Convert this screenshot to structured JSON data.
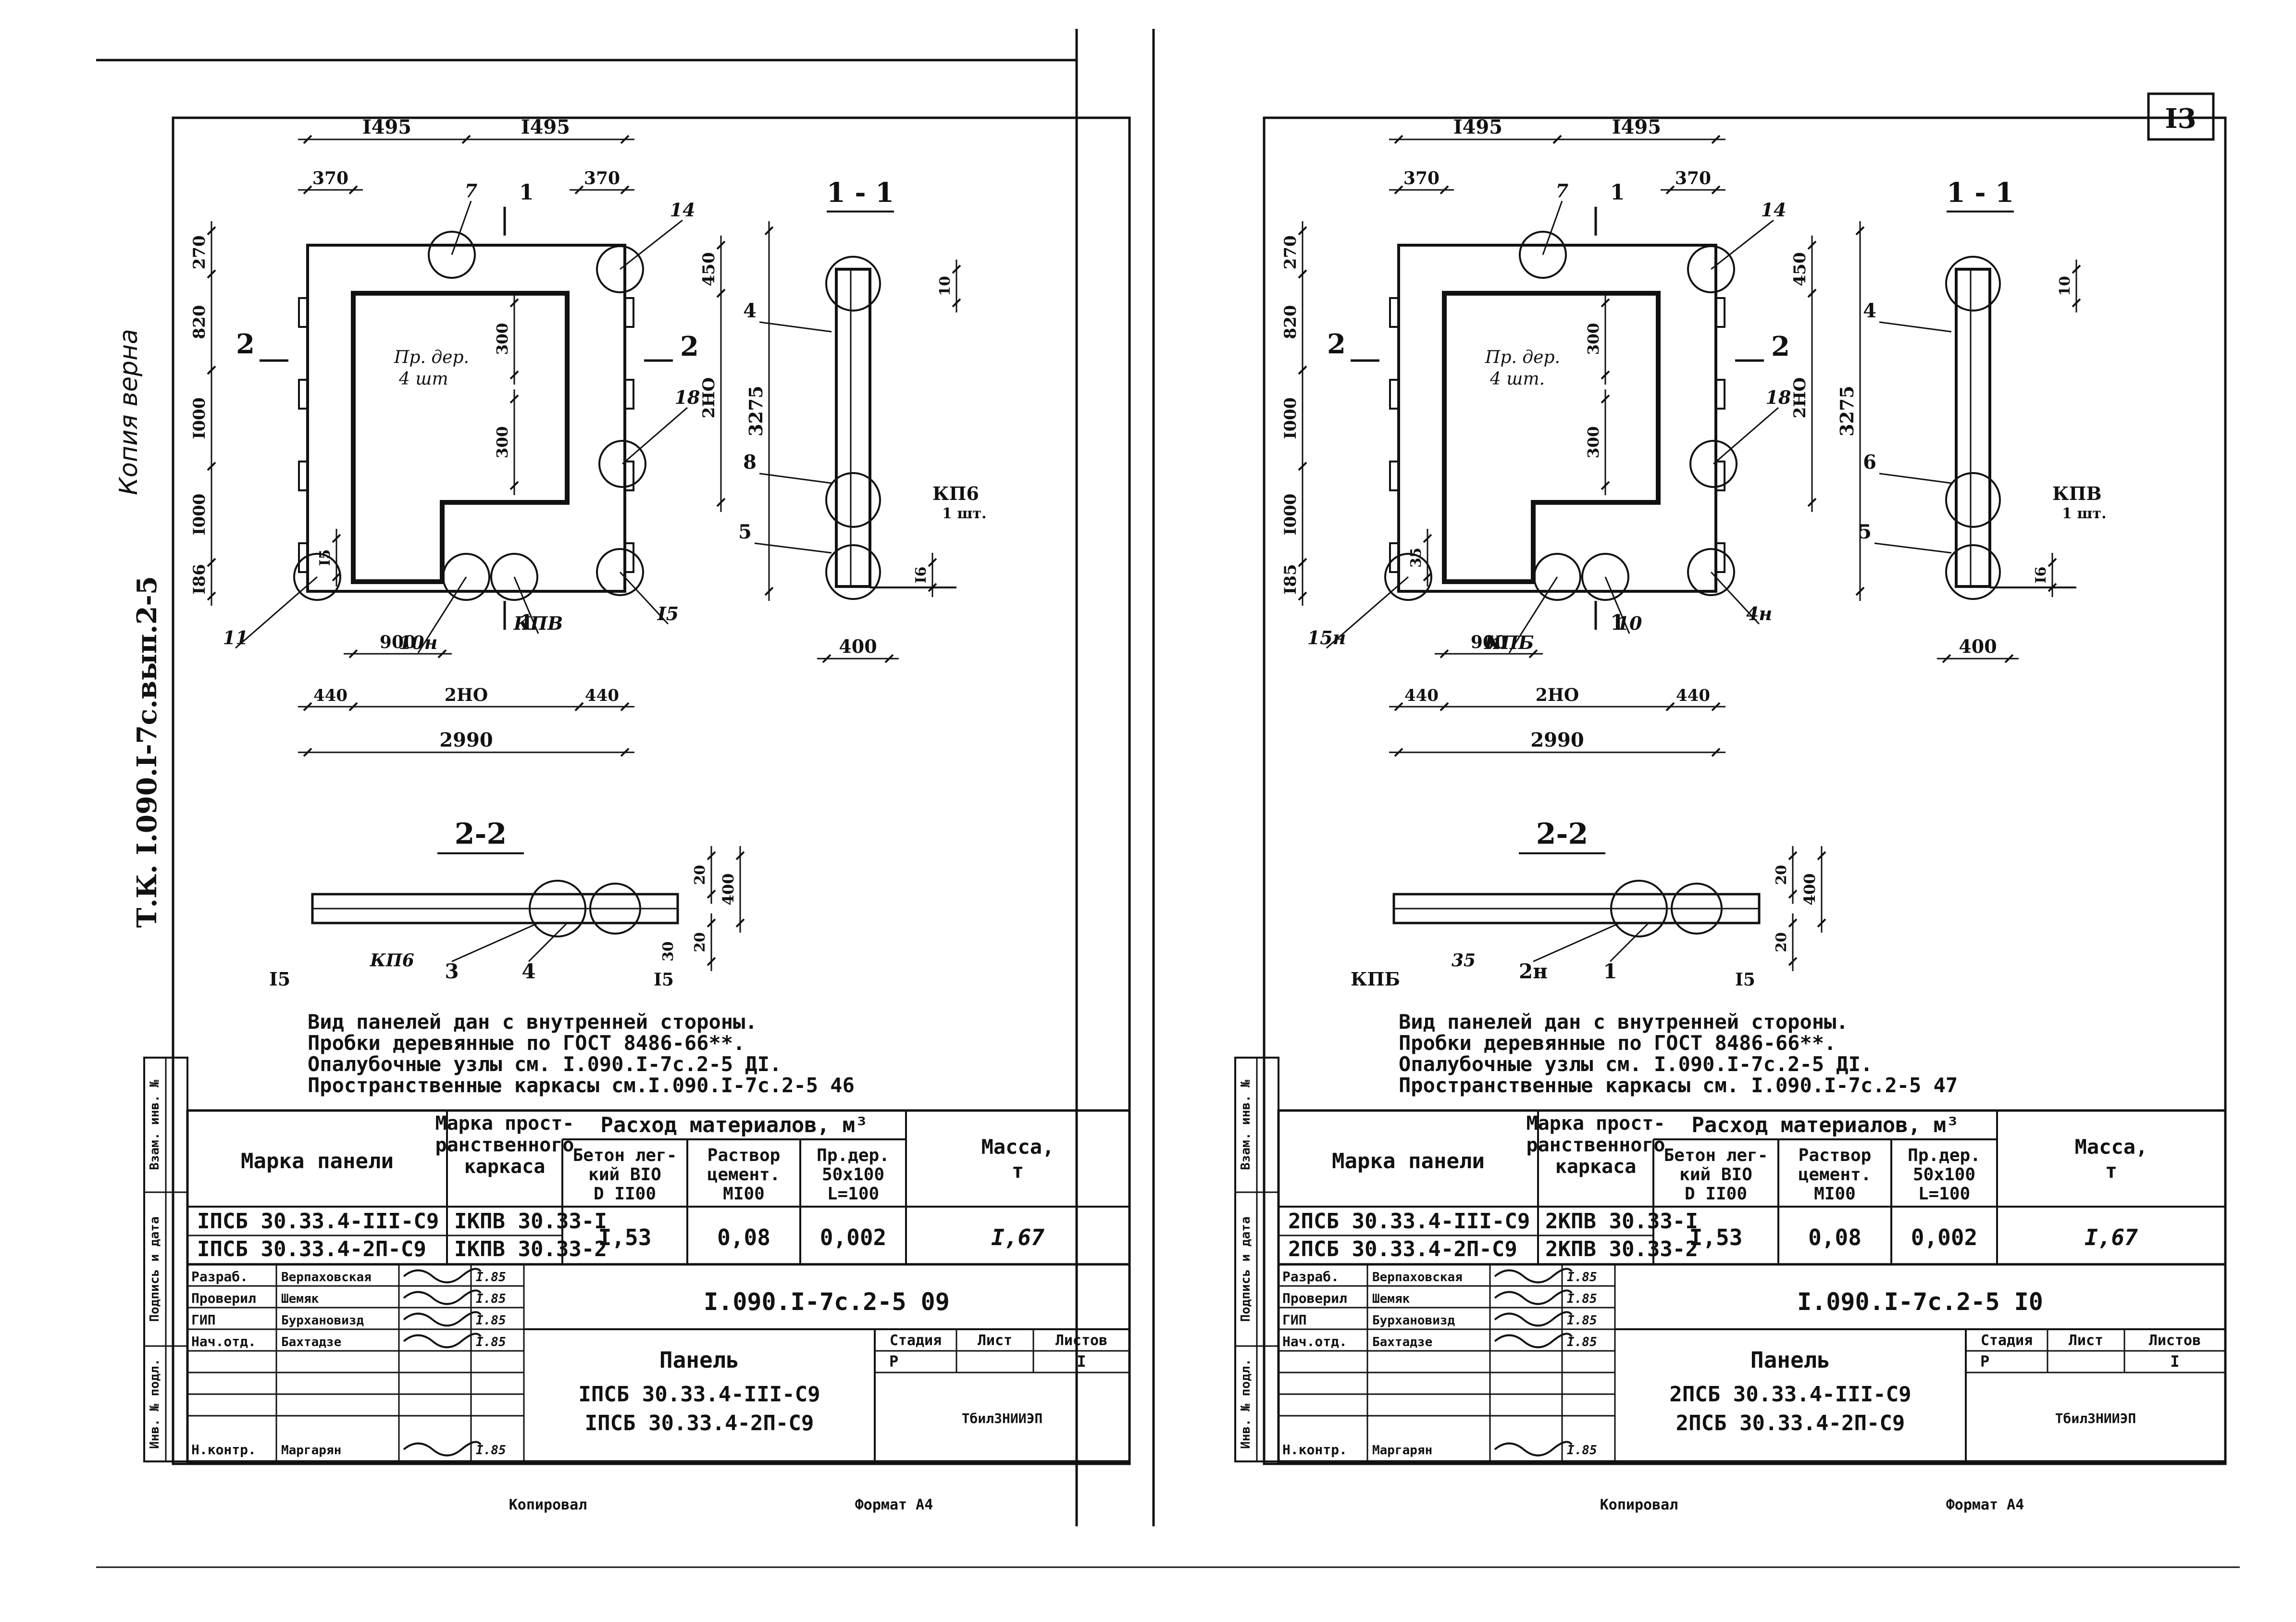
{
  "header": {
    "left_margin_note": "Копия верна",
    "left_doc_code": "Т.К. I.090.I-7с.вып.2-5",
    "right_page_number": "I3"
  },
  "sheets": [
    {
      "id": "left",
      "plan": {
        "dims_top": [
          "I495",
          "I495"
        ],
        "dims_top_small": [
          "370",
          "370"
        ],
        "dims_bottom": [
          "440",
          "2HO",
          "440"
        ],
        "dim_bottom_total": "2990",
        "dim_900": "900",
        "dims_left": [
          "270",
          "820",
          "I000",
          "I000",
          "I86"
        ],
        "dim_right_total": "3275",
        "dims_right": [
          "450",
          "2HO"
        ],
        "dims_inner": [
          "300",
          "300",
          "I5"
        ],
        "opening_label_1": "Пр. дер.",
        "opening_label_2": "4 шт",
        "callouts": [
          "7",
          "14",
          "18",
          "11",
          "10н",
          "КПВ",
          "I5"
        ],
        "section_marks": [
          "1",
          "1",
          "2",
          "2"
        ]
      },
      "section_1_1": {
        "title": "1 - 1",
        "callouts": [
          "4",
          "8",
          "5"
        ],
        "labels": [
          "10",
          "КП6",
          "1 шт.",
          "I6"
        ],
        "width": "400"
      },
      "section_2_2": {
        "title": "2-2",
        "callouts": [
          "3",
          "4"
        ],
        "labels": [
          "I5",
          "КП6",
          "I5",
          "20",
          "400",
          "20",
          "30"
        ]
      },
      "notes": [
        "Вид панелей дан с внутренней стороны.",
        "Пробки деревянные по ГОСТ 8486-66**.",
        "Опалубочные узлы см. I.090.I-7с.2-5 ДI.",
        "Пространственные каркасы см.I.090.I-7с.2-5 46"
      ],
      "table": {
        "headers": {
          "mark": "Марка панели",
          "frame": "Марка прост-ранственного каркаса",
          "consumption": "Расход материалов, м³",
          "concrete": "Бетон лег-кий ВIO D II00",
          "mortar": "Раствор цемент. МI00",
          "timber": "Пр.дер. 50х100 L=100",
          "mass": "Масса, т"
        },
        "rows": [
          {
            "mark": "IПСБ 30.33.4-III-С9",
            "frame": "IКПВ 30.33-I"
          },
          {
            "mark": "IПСБ 30.33.4-2П-С9",
            "frame": "IКПВ 30.33-2"
          }
        ],
        "values": {
          "concrete": "I,53",
          "mortar": "0,08",
          "timber": "0,002",
          "mass": "I,67"
        }
      },
      "title_block": {
        "roles": [
          "Разраб.",
          "Проверил",
          "ГИП",
          "Нач.отд.",
          "",
          "",
          "Н.контр."
        ],
        "names": [
          "Верпаховская",
          "Шемяк",
          "Бурхановизд",
          "Бахтадзе",
          "",
          "",
          "Маргарян"
        ],
        "dates": [
          "I.85",
          "I.85",
          "I.85",
          "I.85",
          "",
          "",
          "I.85"
        ],
        "doc_code": "I.090.I-7с.2-5 09",
        "item_title": "Панель",
        "item_lines": [
          "IПСБ 30.33.4-III-С9",
          "IПСБ 30.33.4-2П-С9"
        ],
        "stage_header": "Стадия",
        "sheet_header": "Лист",
        "sheets_header": "Листов",
        "stage": "Р",
        "sheet": "",
        "sheets": "I",
        "org": "ТбилЗНИИЭП"
      },
      "footer": {
        "copied": "Копировал",
        "format": "Формат А4"
      },
      "side_stamp": [
        "Взам. инв. №",
        "Подпись и дата",
        "Инв. № подл."
      ]
    },
    {
      "id": "right",
      "plan": {
        "dims_top": [
          "I495",
          "I495"
        ],
        "dims_top_small": [
          "370",
          "370"
        ],
        "dims_bottom": [
          "440",
          "2HO",
          "440"
        ],
        "dim_bottom_total": "2990",
        "dim_900": "900",
        "dims_left": [
          "270",
          "820",
          "I000",
          "I000",
          "I85"
        ],
        "dim_right_total": "3275",
        "dims_right": [
          "450",
          "2HO"
        ],
        "dims_inner": [
          "300",
          "300",
          "35"
        ],
        "opening_label_1": "Пр. дер.",
        "opening_label_2": "4 шт.",
        "callouts": [
          "7",
          "14",
          "18",
          "15н",
          "КПБ",
          "10",
          "4н"
        ],
        "section_marks": [
          "1",
          "1",
          "2",
          "2"
        ]
      },
      "section_1_1": {
        "title": "1 - 1",
        "callouts": [
          "4",
          "6",
          "5"
        ],
        "labels": [
          "10",
          "КПВ",
          "1 шт.",
          "I6"
        ],
        "width": "400"
      },
      "section_2_2": {
        "title": "2-2",
        "callouts": [
          "2н",
          "1"
        ],
        "labels": [
          "КПБ",
          "35",
          "I5",
          "20",
          "400",
          "20"
        ]
      },
      "notes": [
        "Вид панелей дан с внутренней стороны.",
        "Пробки деревянные по ГОСТ 8486-66**.",
        "Опалубочные узлы см. I.090.I-7с.2-5 ДI.",
        "Пространственные каркасы см. I.090.I-7с.2-5 47"
      ],
      "table": {
        "headers": {
          "mark": "Марка панели",
          "frame": "Марка прост-ранственного каркаса",
          "consumption": "Расход материалов, м³",
          "concrete": "Бетон лег-кий ВIO D II00",
          "mortar": "Раствор цемент. МI00",
          "timber": "Пр.дер. 50х100 L=100",
          "mass": "Масса, т"
        },
        "rows": [
          {
            "mark": "2ПСБ 30.33.4-III-С9",
            "frame": "2КПВ 30.33-I"
          },
          {
            "mark": "2ПСБ 30.33.4-2П-С9",
            "frame": "2КПВ 30.33-2"
          }
        ],
        "values": {
          "concrete": "I,53",
          "mortar": "0,08",
          "timber": "0,002",
          "mass": "I,67"
        }
      },
      "title_block": {
        "roles": [
          "Разраб.",
          "Проверил",
          "ГИП",
          "Нач.отд.",
          "",
          "",
          "Н.контр."
        ],
        "names": [
          "Верпаховская",
          "Шемяк",
          "Бурхановизд",
          "Бахтадзе",
          "",
          "",
          "Маргарян"
        ],
        "dates": [
          "I.85",
          "I.85",
          "I.85",
          "I.85",
          "",
          "",
          "I.85"
        ],
        "doc_code": "I.090.I-7с.2-5 I0",
        "item_title": "Панель",
        "item_lines": [
          "2ПСБ 30.33.4-III-С9",
          "2ПСБ 30.33.4-2П-С9"
        ],
        "stage_header": "Стадия",
        "sheet_header": "Лист",
        "sheets_header": "Листов",
        "stage": "Р",
        "sheet": "",
        "sheets": "I",
        "org": "ТбилЗНИИЭП"
      },
      "footer": {
        "copied": "Копировал",
        "format": "Формат А4"
      },
      "side_stamp": [
        "Взам. инв. №",
        "Подпись и дата",
        "Инв. № подл."
      ]
    }
  ]
}
